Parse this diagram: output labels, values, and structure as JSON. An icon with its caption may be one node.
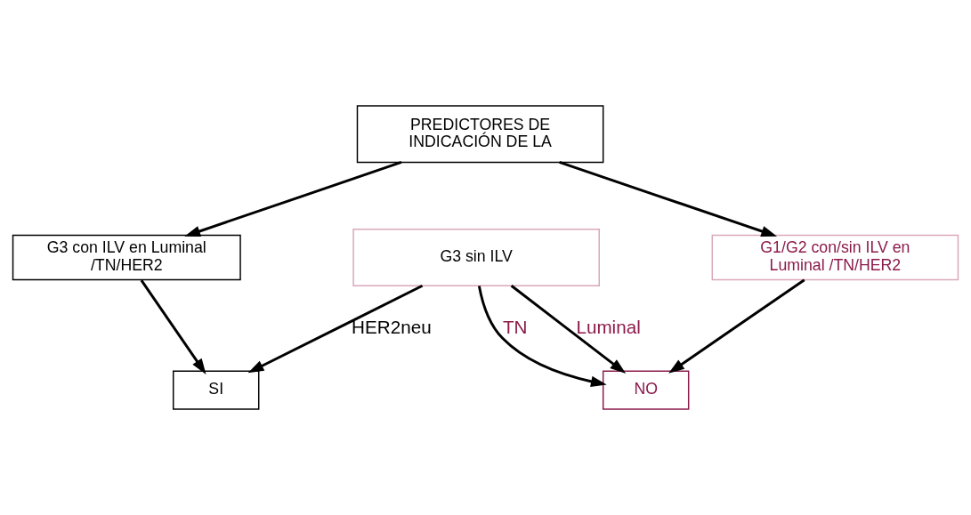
{
  "diagram": {
    "nodes": [
      {
        "text": [
          "PREDICTORES DE INDICACIÓN DE LA"
        ]
      },
      {
        "text": [
          "G1/G2 con/sin ILV en Luminal /TN/HER2"
        ]
      },
      {
        "text": [
          "G3 con ILV en Luminal /TN/HER2"
        ]
      },
      {
        "text": [
          "G3 sin ILV"
        ]
      },
      {
        "text": [
          "NO"
        ]
      },
      {
        "text": [
          "SI"
        ]
      }
    ],
    "edges": [
      {
        "from": 0,
        "to": 1,
        "arrow": "to"
      },
      {
        "from": 0,
        "to": 2,
        "arrow": "to"
      },
      {
        "from": 1,
        "to": 4,
        "arrow": "to"
      },
      {
        "from": 2,
        "to": 5,
        "arrow": "to"
      },
      {
        "from": 3,
        "to": 4,
        "arrow": "to",
        "label": "Luminal"
      },
      {
        "from": 3,
        "to": 4,
        "arrow": "to",
        "label": "TN"
      },
      {
        "from": 3,
        "to": 5,
        "arrow": "to",
        "label": "HER2neu"
      }
    ]
  }
}
